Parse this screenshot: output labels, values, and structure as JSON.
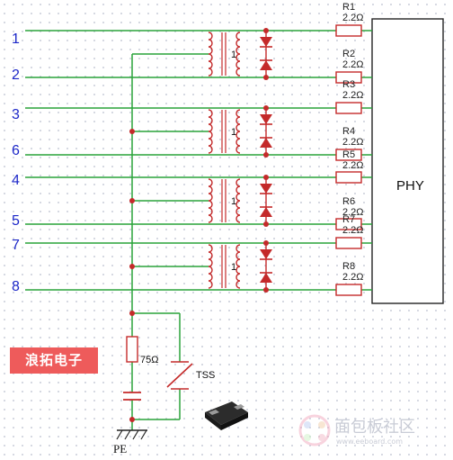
{
  "ports": [
    "1",
    "2",
    "3",
    "6",
    "4",
    "5",
    "7",
    "8"
  ],
  "phy_label": "PHY",
  "resistors": [
    {
      "name": "R1",
      "value": "2.2Ω"
    },
    {
      "name": "R2",
      "value": "2.2Ω"
    },
    {
      "name": "R3",
      "value": "2.2Ω"
    },
    {
      "name": "R4",
      "value": "2.2Ω"
    },
    {
      "name": "R5",
      "value": "2.2Ω"
    },
    {
      "name": "R6",
      "value": "2.2Ω"
    },
    {
      "name": "R7",
      "value": "2.2Ω"
    },
    {
      "name": "R8",
      "value": "2.2Ω"
    }
  ],
  "transformer_turns": "1",
  "bias_resistor": "75Ω",
  "tss_label": "TSS",
  "ground_label": "PE",
  "brand_label": "浪拓电子",
  "watermark": {
    "text": "面包板社区",
    "url": "www.eeboard.com"
  },
  "colors": {
    "wire": "#2aa33a",
    "component": "#c42a2a",
    "port_text": "#1c27c8",
    "brand_bg": "#ee5b5b"
  }
}
